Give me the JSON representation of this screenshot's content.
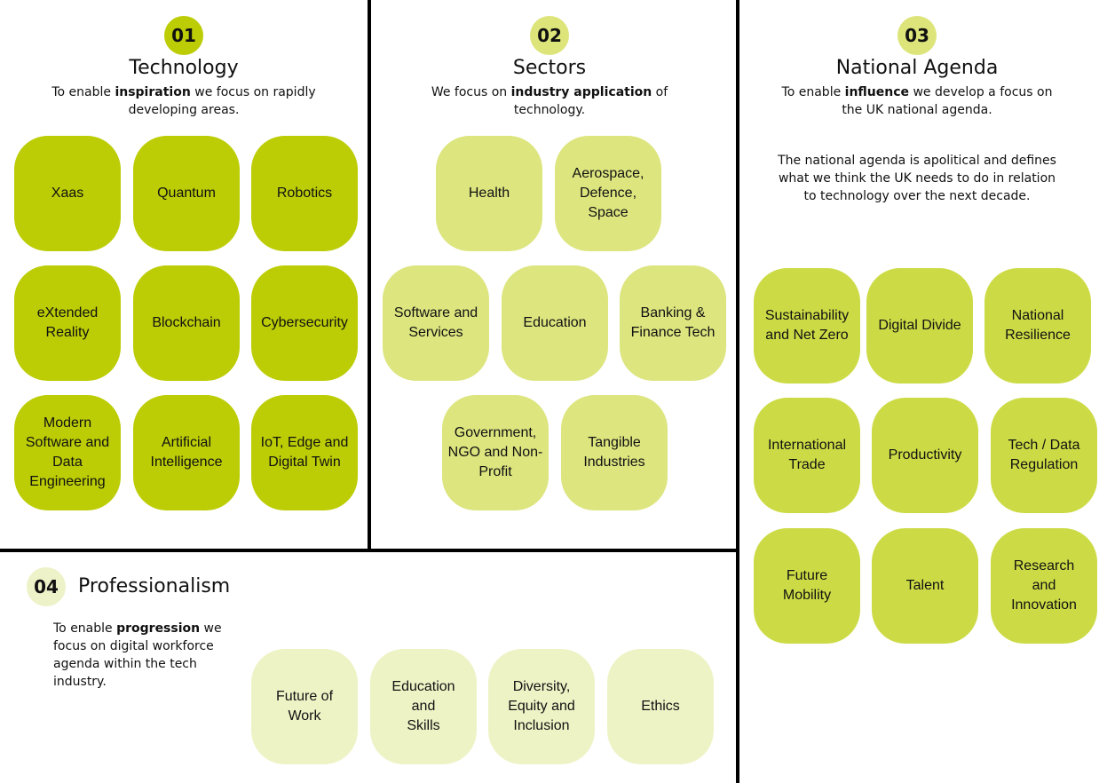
{
  "sections": {
    "technology": {
      "number": "01",
      "title": "Technology",
      "desc_line1_pre": "To enable ",
      "desc_line1_bold": "inspiration",
      "desc_line1_post": " we focus on rapidly",
      "desc_line2": "developing areas.",
      "tiles": [
        "Xaas",
        "Quantum",
        "Robotics",
        "eXtended\nReality",
        "Blockchain",
        "Cybersecurity",
        "Modern\nSoftware and\nData\nEngineering",
        "Artificial\nIntelligence",
        "IoT, Edge and\nDigital Twin"
      ]
    },
    "sectors": {
      "number": "02",
      "title": "Sectors",
      "desc_line1_pre": "We focus on ",
      "desc_line1_bold": "industry application",
      "desc_line1_post": " of",
      "desc_line2": "technology.",
      "tiles": [
        "Health",
        "Aerospace,\nDefence,\nSpace",
        "Software and\nServices",
        "Education",
        "Banking &\nFinance Tech",
        "Government,\nNGO and Non-\nProfit",
        "Tangible\nIndustries"
      ]
    },
    "national_agenda": {
      "number": "03",
      "title": "National Agenda",
      "desc_line1_pre": "To enable ",
      "desc_line1_bold": "influence",
      "desc_line1_post": " we develop a focus on",
      "desc_line2": "the UK national agenda.",
      "note_line1": "The national agenda is apolitical and defines",
      "note_line2": "what we think the UK needs to do in relation",
      "note_line3": "to technology over the next decade.",
      "tiles": [
        "Sustainability\nand Net Zero",
        "Digital Divide",
        "National\nResilience",
        "International\nTrade",
        "Productivity",
        "Tech / Data\nRegulation",
        "Future\nMobility",
        "Talent",
        "Research\nand\nInnovation"
      ]
    },
    "professionalism": {
      "number": "04",
      "title": "Professionalism",
      "desc_line1_pre": "To enable ",
      "desc_line1_bold": "progression",
      "desc_line1_post": " we",
      "desc_line2": "focus on digital workforce",
      "desc_line3": "agenda within the tech",
      "desc_line4": "industry.",
      "tiles": [
        "Future of\nWork",
        "Education\nand\nSkills",
        "Diversity,\nEquity and\nInclusion",
        "Ethics"
      ]
    }
  },
  "colors": {
    "technology_tile": "#bccd06",
    "sectors_tile": "#dde57f",
    "national_agenda_tile": "#ccdb45",
    "professionalism_tile": "#eef3c6",
    "divider": "#000000"
  }
}
